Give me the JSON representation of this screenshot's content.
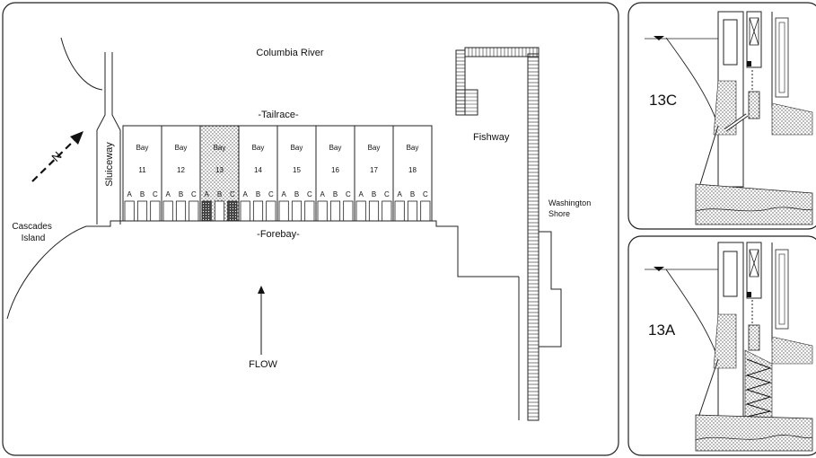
{
  "river_label": "Columbia River",
  "tailrace_label": "-Tailrace-",
  "forebay_label": "-Forebay-",
  "sluiceway_label": "Sluiceway",
  "fishway_label": "Fishway",
  "washington_shore_label": [
    "Washington",
    "Shore"
  ],
  "cascades_island_label": [
    "Cascades",
    "Island"
  ],
  "north_label": "N",
  "flow_label": "FLOW",
  "bay_word": "Bay",
  "bays": [
    {
      "number": "11",
      "highlighted": false
    },
    {
      "number": "12",
      "highlighted": false
    },
    {
      "number": "13",
      "highlighted": true
    },
    {
      "number": "14",
      "highlighted": false
    },
    {
      "number": "15",
      "highlighted": false
    },
    {
      "number": "16",
      "highlighted": false
    },
    {
      "number": "17",
      "highlighted": false
    },
    {
      "number": "18",
      "highlighted": false
    }
  ],
  "gate_letters": [
    "A",
    "B",
    "C"
  ],
  "section_top_label": "13C",
  "section_bottom_label": "13A"
}
